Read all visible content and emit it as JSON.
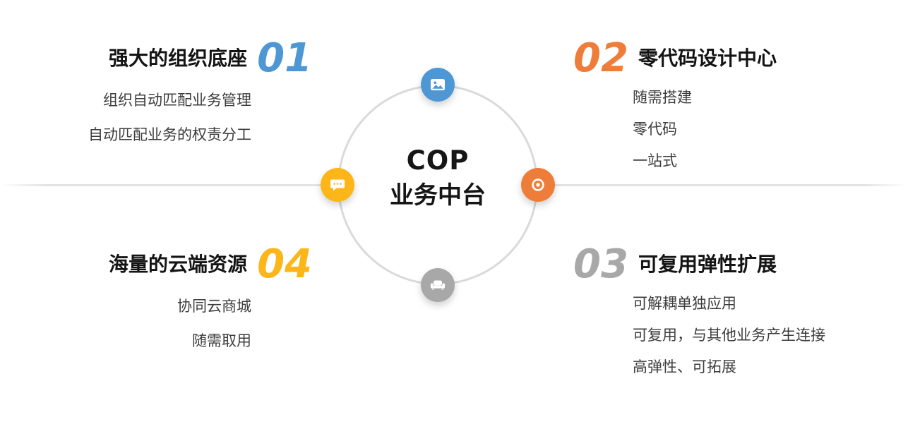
{
  "center": {
    "line1": "COP",
    "line2": "业务中台"
  },
  "colors": {
    "blue": "#4e97d5",
    "orange": "#ef7d3a",
    "gray": "#a8a8a8",
    "yellow": "#fcb61a",
    "ring": "#dadada",
    "axis_line": "#e3e3e3"
  },
  "sections": [
    {
      "number": "01",
      "title": "强大的组织底座",
      "color": "#4e97d5",
      "items": [
        "组织自动匹配业务管理",
        "自动匹配业务的权责分工"
      ]
    },
    {
      "number": "02",
      "title": "零代码设计中心",
      "color": "#ef7d3a",
      "items": [
        "随需搭建",
        "零代码",
        "一站式"
      ]
    },
    {
      "number": "03",
      "title": "可复用弹性扩展",
      "color": "#a8a8a8",
      "items": [
        "可解耦单独应用",
        "可复用，与其他业务产生连接",
        "高弹性、可拓展"
      ]
    },
    {
      "number": "04",
      "title": "海量的云端资源",
      "color": "#fcb61a",
      "items": [
        "协同云商城",
        "随需取用"
      ]
    }
  ],
  "badges": [
    {
      "icon": "picture-icon",
      "color": "#4e97d5"
    },
    {
      "icon": "target-icon",
      "color": "#ef7d3a"
    },
    {
      "icon": "sofa-icon",
      "color": "#a8a8a8"
    },
    {
      "icon": "chat-icon",
      "color": "#fcb61a"
    }
  ]
}
